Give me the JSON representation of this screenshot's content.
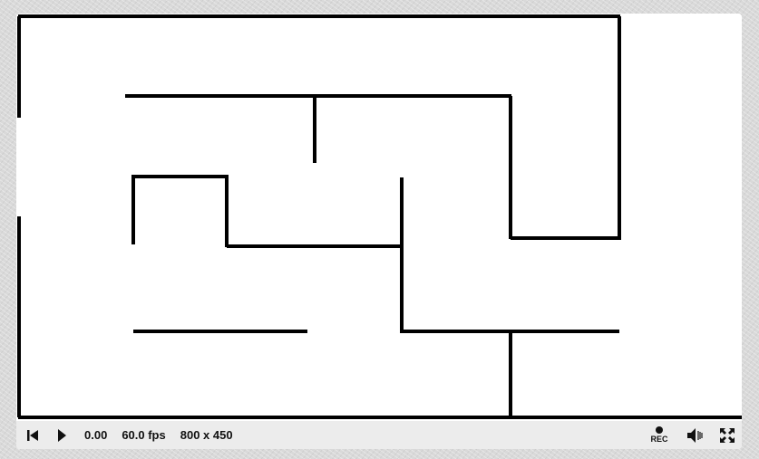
{
  "controls": {
    "time": "0.00",
    "fps": "60.0 fps",
    "resolution": "800 x 450",
    "rec_label": "REC"
  },
  "icons": {
    "rewind": "skip-back-icon",
    "play": "play-icon",
    "record": "record-icon",
    "volume": "volume-icon",
    "fullscreen": "fullscreen-icon"
  },
  "colors": {
    "wall": "#000000",
    "canvas_bg": "#ffffff",
    "controls_bg": "#ececec"
  }
}
